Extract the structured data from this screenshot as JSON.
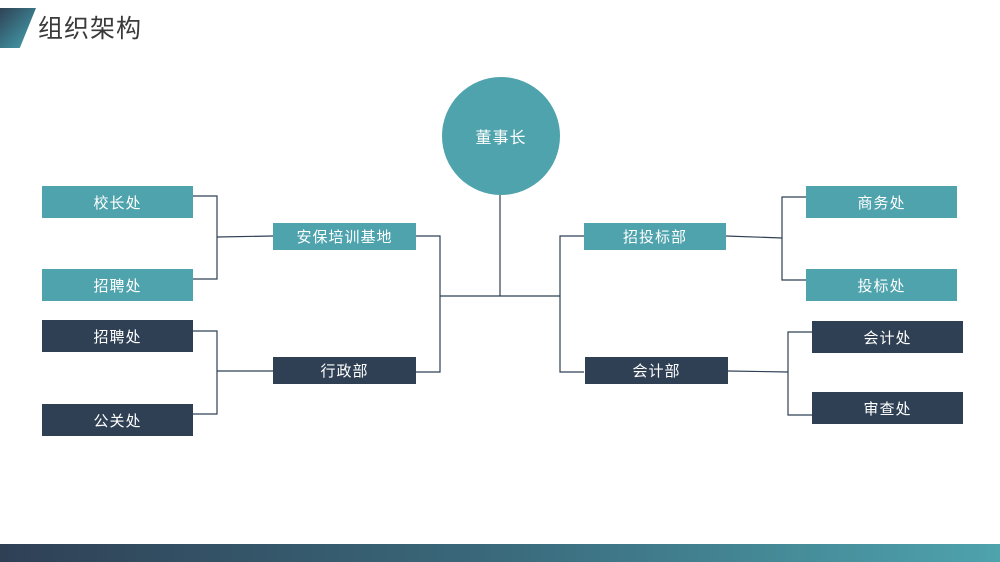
{
  "header": {
    "title": "组织架构"
  },
  "org": {
    "root": "董事长",
    "left": {
      "top_branch": {
        "label": "安保培训基地",
        "children": [
          "校长处",
          "招聘处"
        ]
      },
      "bottom_branch": {
        "label": "行政部",
        "children": [
          "招聘处",
          "公关处"
        ]
      }
    },
    "right": {
      "top_branch": {
        "label": "招投标部",
        "children": [
          "商务处",
          "投标处"
        ]
      },
      "bottom_branch": {
        "label": "会计部",
        "children": [
          "会计处",
          "审查处"
        ]
      }
    }
  },
  "colors": {
    "teal": "#4ea3ad",
    "navy": "#2f4055",
    "line": "#2f4055"
  }
}
